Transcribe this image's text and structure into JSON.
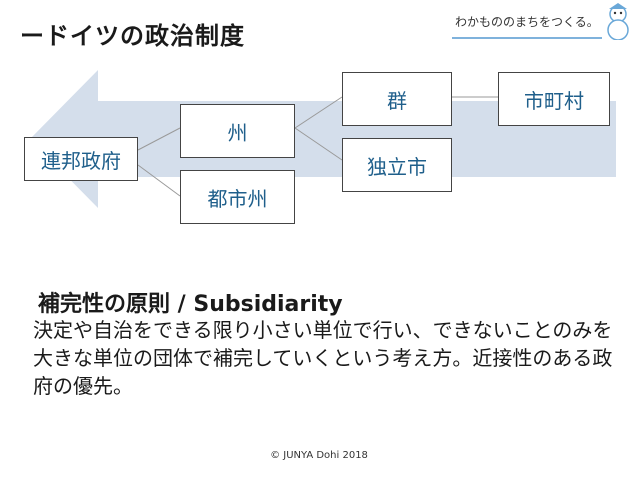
{
  "slide": {
    "title": "ードイツの政治制度",
    "brand": "わかもののまちをつくる。"
  },
  "diagram": {
    "nodes": {
      "federal": "連邦政府",
      "state": "州",
      "city_state": "都市州",
      "county": "群",
      "independent_city": "独立市",
      "municipality": "市町村"
    }
  },
  "body": {
    "heading": "補完性の原則 / Subsidiarity",
    "text": "決定や自治をできる限り小さい単位で行い、できないことのみを大きな単位の団体で補完していくという考え方。近接性のある政府の優先。"
  },
  "footer": "© JUNYA Dohi 2018",
  "colors": {
    "arrow": "#d4deeb",
    "node_text": "#1f5f8b",
    "brand_line": "#7fb2dc"
  }
}
